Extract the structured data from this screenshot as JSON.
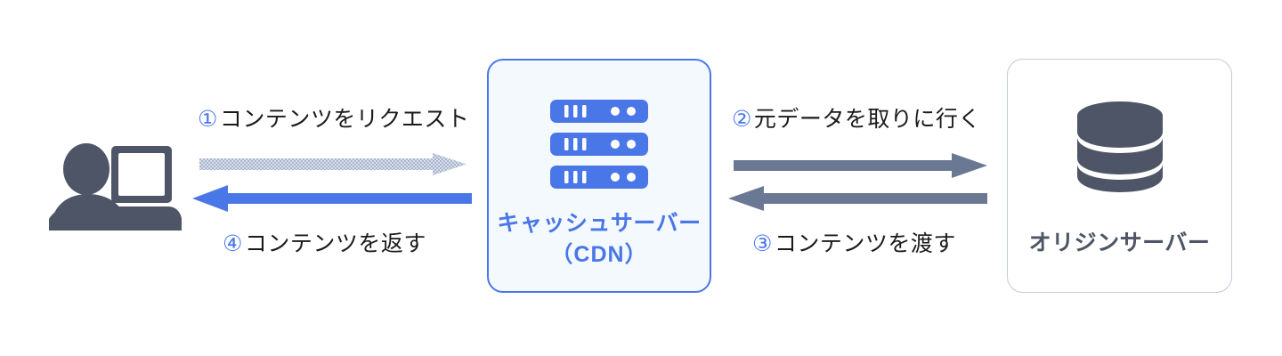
{
  "diagram": {
    "title": "CDN content delivery flow",
    "background": "#ffffff",
    "colors": {
      "accent_blue": "#4a77e8",
      "dotted_arrow": "#aab6cf",
      "solid_gray_arrow": "#6b7894",
      "slate_dark": "#4d5566",
      "cdn_box_fill": "#f4f9fe",
      "origin_box_border": "#c3c9d4"
    }
  },
  "nodes": {
    "client": {
      "icon": "user-with-laptop-icon",
      "label": ""
    },
    "cdn": {
      "icon": "server-rack-icon",
      "label_line1": "キャッシュサーバー",
      "label_line2": "（CDN）"
    },
    "origin": {
      "icon": "database-cylinder-icon",
      "label": "オリジンサーバー"
    }
  },
  "steps": [
    {
      "number": "①",
      "text": "コンテンツをリクエスト",
      "from": "client",
      "to": "cdn",
      "direction": "right",
      "style": "dotted",
      "color": "#aab6cf"
    },
    {
      "number": "②",
      "text": "元データを取りに行く",
      "from": "cdn",
      "to": "origin",
      "direction": "right",
      "style": "solid",
      "color": "#6b7894"
    },
    {
      "number": "③",
      "text": "コンテンツを渡す",
      "from": "origin",
      "to": "cdn",
      "direction": "left",
      "style": "solid",
      "color": "#6b7894"
    },
    {
      "number": "④",
      "text": "コンテンツを返す",
      "from": "cdn",
      "to": "client",
      "direction": "left",
      "style": "solid",
      "color": "#4a77e8"
    }
  ]
}
